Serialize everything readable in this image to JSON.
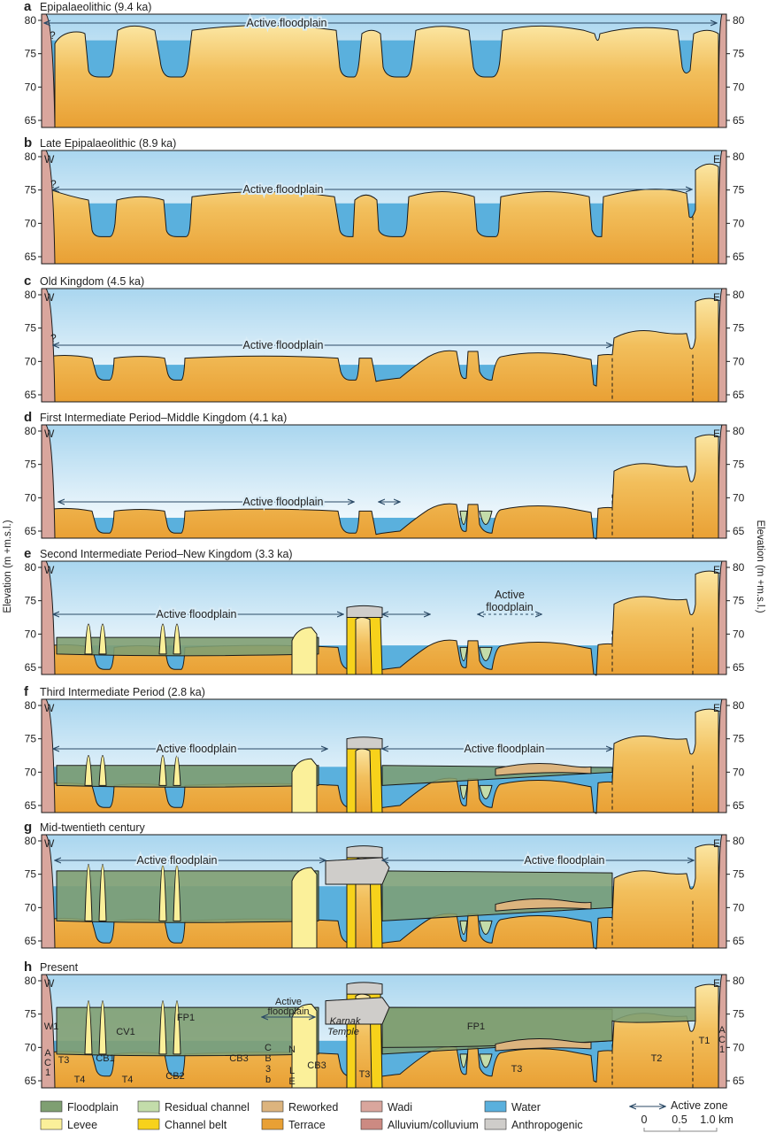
{
  "y_axis": {
    "label_left": "Elevation (m +m.s.l.)",
    "label_right": "Elevation (m +m.s.l.)",
    "ticks": [
      "80",
      "75",
      "70",
      "65"
    ]
  },
  "panels": [
    {
      "letter": "a",
      "title": "Epipalaeolithic (9.4 ka)",
      "west": "",
      "east": "",
      "question": "?",
      "floodplain_labels": [
        "Active floodplain"
      ]
    },
    {
      "letter": "b",
      "title": "Late Epipalaeolithic (8.9 ka)",
      "west": "W",
      "east": "E",
      "question": "?",
      "floodplain_labels": [
        "Active floodplain"
      ]
    },
    {
      "letter": "c",
      "title": "Old Kingdom (4.5 ka)",
      "west": "W",
      "east": "E",
      "question": "?",
      "floodplain_labels": [
        "Active floodplain"
      ]
    },
    {
      "letter": "d",
      "title": "First Intermediate Period–Middle Kingdom (4.1 ka)",
      "west": "W",
      "east": "E",
      "question": "",
      "floodplain_labels": [
        "Active floodplain"
      ]
    },
    {
      "letter": "e",
      "title": "Second Intermediate Period–New Kingdom (3.3 ka)",
      "west": "W",
      "east": "E",
      "question": "",
      "floodplain_labels": [
        "Active floodplain",
        "Active",
        "floodplain"
      ]
    },
    {
      "letter": "f",
      "title": "Third Intermediate Period (2.8 ka)",
      "west": "W",
      "east": "E",
      "question": "",
      "floodplain_labels": [
        "Active floodplain",
        "Active floodplain"
      ]
    },
    {
      "letter": "g",
      "title": "Mid-twentieth century",
      "west": "W",
      "east": "E",
      "question": "",
      "floodplain_labels": [
        "Active floodplain",
        "Active floodplain"
      ]
    },
    {
      "letter": "h",
      "title": "Present",
      "west": "W",
      "east": "E",
      "question": "",
      "floodplain_labels": [
        "Active",
        "floodplain"
      ]
    }
  ],
  "present_labels": {
    "fp1_left": "FP1",
    "fp1_right": "FP1",
    "cv1": "CV1",
    "cb1": "CB1",
    "cb2": "CB2",
    "cb3_left": "CB3",
    "cb3_right": "CB3",
    "cb3b": [
      "C",
      "B",
      "3",
      "b"
    ],
    "nile": [
      "N",
      "I",
      "L",
      "E"
    ],
    "karnak": [
      "Karnak",
      "Temple"
    ],
    "w1": "W1",
    "ac1_left": [
      "A",
      "C",
      "1"
    ],
    "ac1_right": [
      "A",
      "C",
      "1"
    ],
    "t1": "T1",
    "t2": "T2",
    "t3_left": "T3",
    "t3_mid": "T3",
    "t3_right": "T3",
    "t4_a": "T4",
    "t4_b": "T4"
  },
  "legend": {
    "items": [
      {
        "label": "Floodplain",
        "color": "#7f9f72"
      },
      {
        "label": "Levee",
        "color": "#fbf09a"
      },
      {
        "label": "Residual channel",
        "color": "#c3dcaa"
      },
      {
        "label": "Channel belt",
        "color": "#f7d21b"
      },
      {
        "label": "Reworked",
        "color": "#dcb47e"
      },
      {
        "label": "Terrace",
        "color": "#e9a034"
      },
      {
        "label": "Wadi",
        "color": "#d9a69d"
      },
      {
        "label": "Alluvium/colluvium",
        "color": "#cc8a82"
      },
      {
        "label": "Water",
        "color": "#5ab0dd"
      },
      {
        "label": "Anthropogenic",
        "color": "#cfcdca"
      }
    ],
    "active_zone": "Active zone",
    "scale_ticks": [
      "0",
      "0.5",
      "1.0 km"
    ]
  },
  "colors": {
    "sky_top": "#a9d6ef",
    "sky_bottom": "#ffffff",
    "terrace_top": "#fbe6a2",
    "terrace": "#e9a034",
    "water": "#5ab0dd",
    "floodplain": "#7f9f72",
    "channel_belt": "#f7d21b",
    "levee": "#fbf09a",
    "anthropogenic": "#cfcdca",
    "wadi": "#d9a69d",
    "residual": "#c3dcaa",
    "reworked": "#dcb47e",
    "outline": "#1a1a1a"
  }
}
